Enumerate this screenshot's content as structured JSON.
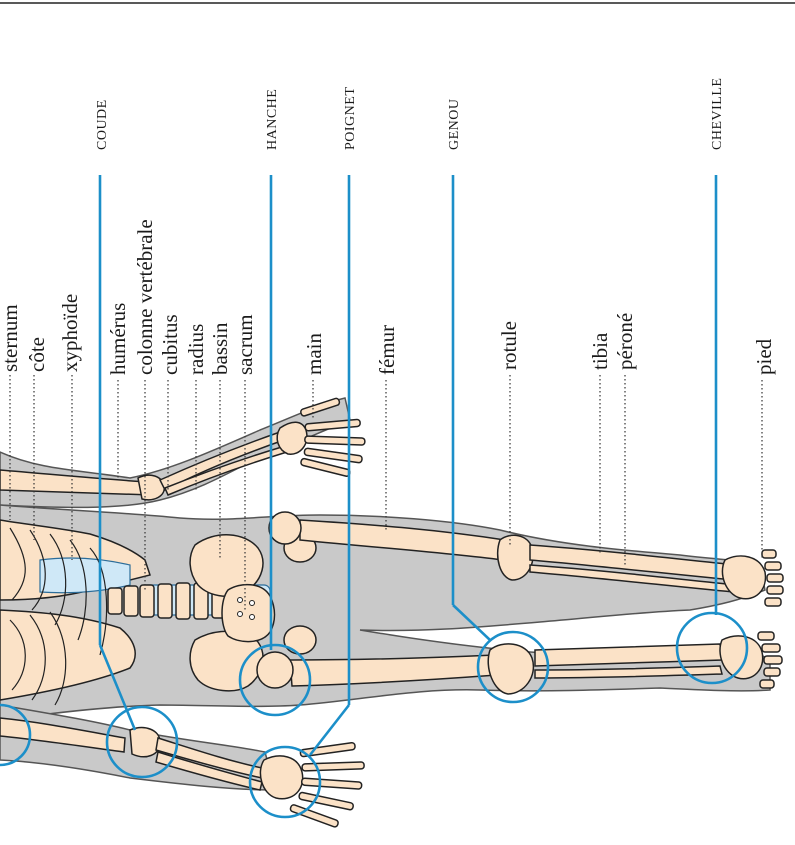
{
  "labels": {
    "sternum": "sternum",
    "cote": "côte",
    "xyphoide": "xyphoïde",
    "humerus": "humérus",
    "colonne": "colonne vertébrale",
    "cubitus": "cubitus",
    "radius": "radius",
    "bassin": "bassin",
    "sacrum": "sacrum",
    "main": "main",
    "femur": "fémur",
    "rotule": "rotule",
    "tibia": "tibia",
    "perone": "péroné",
    "pied": "pied"
  },
  "joints": {
    "coude": "COUDE",
    "hanche": "HANCHE",
    "poignet": "POIGNET",
    "genou": "GENOU",
    "cheville": "CHEVILLE"
  },
  "colors": {
    "callout": "#1c8fc9",
    "bone": "#fbe2c7",
    "body": "#c9c9c9",
    "cartilage": "#cfe8f7"
  }
}
